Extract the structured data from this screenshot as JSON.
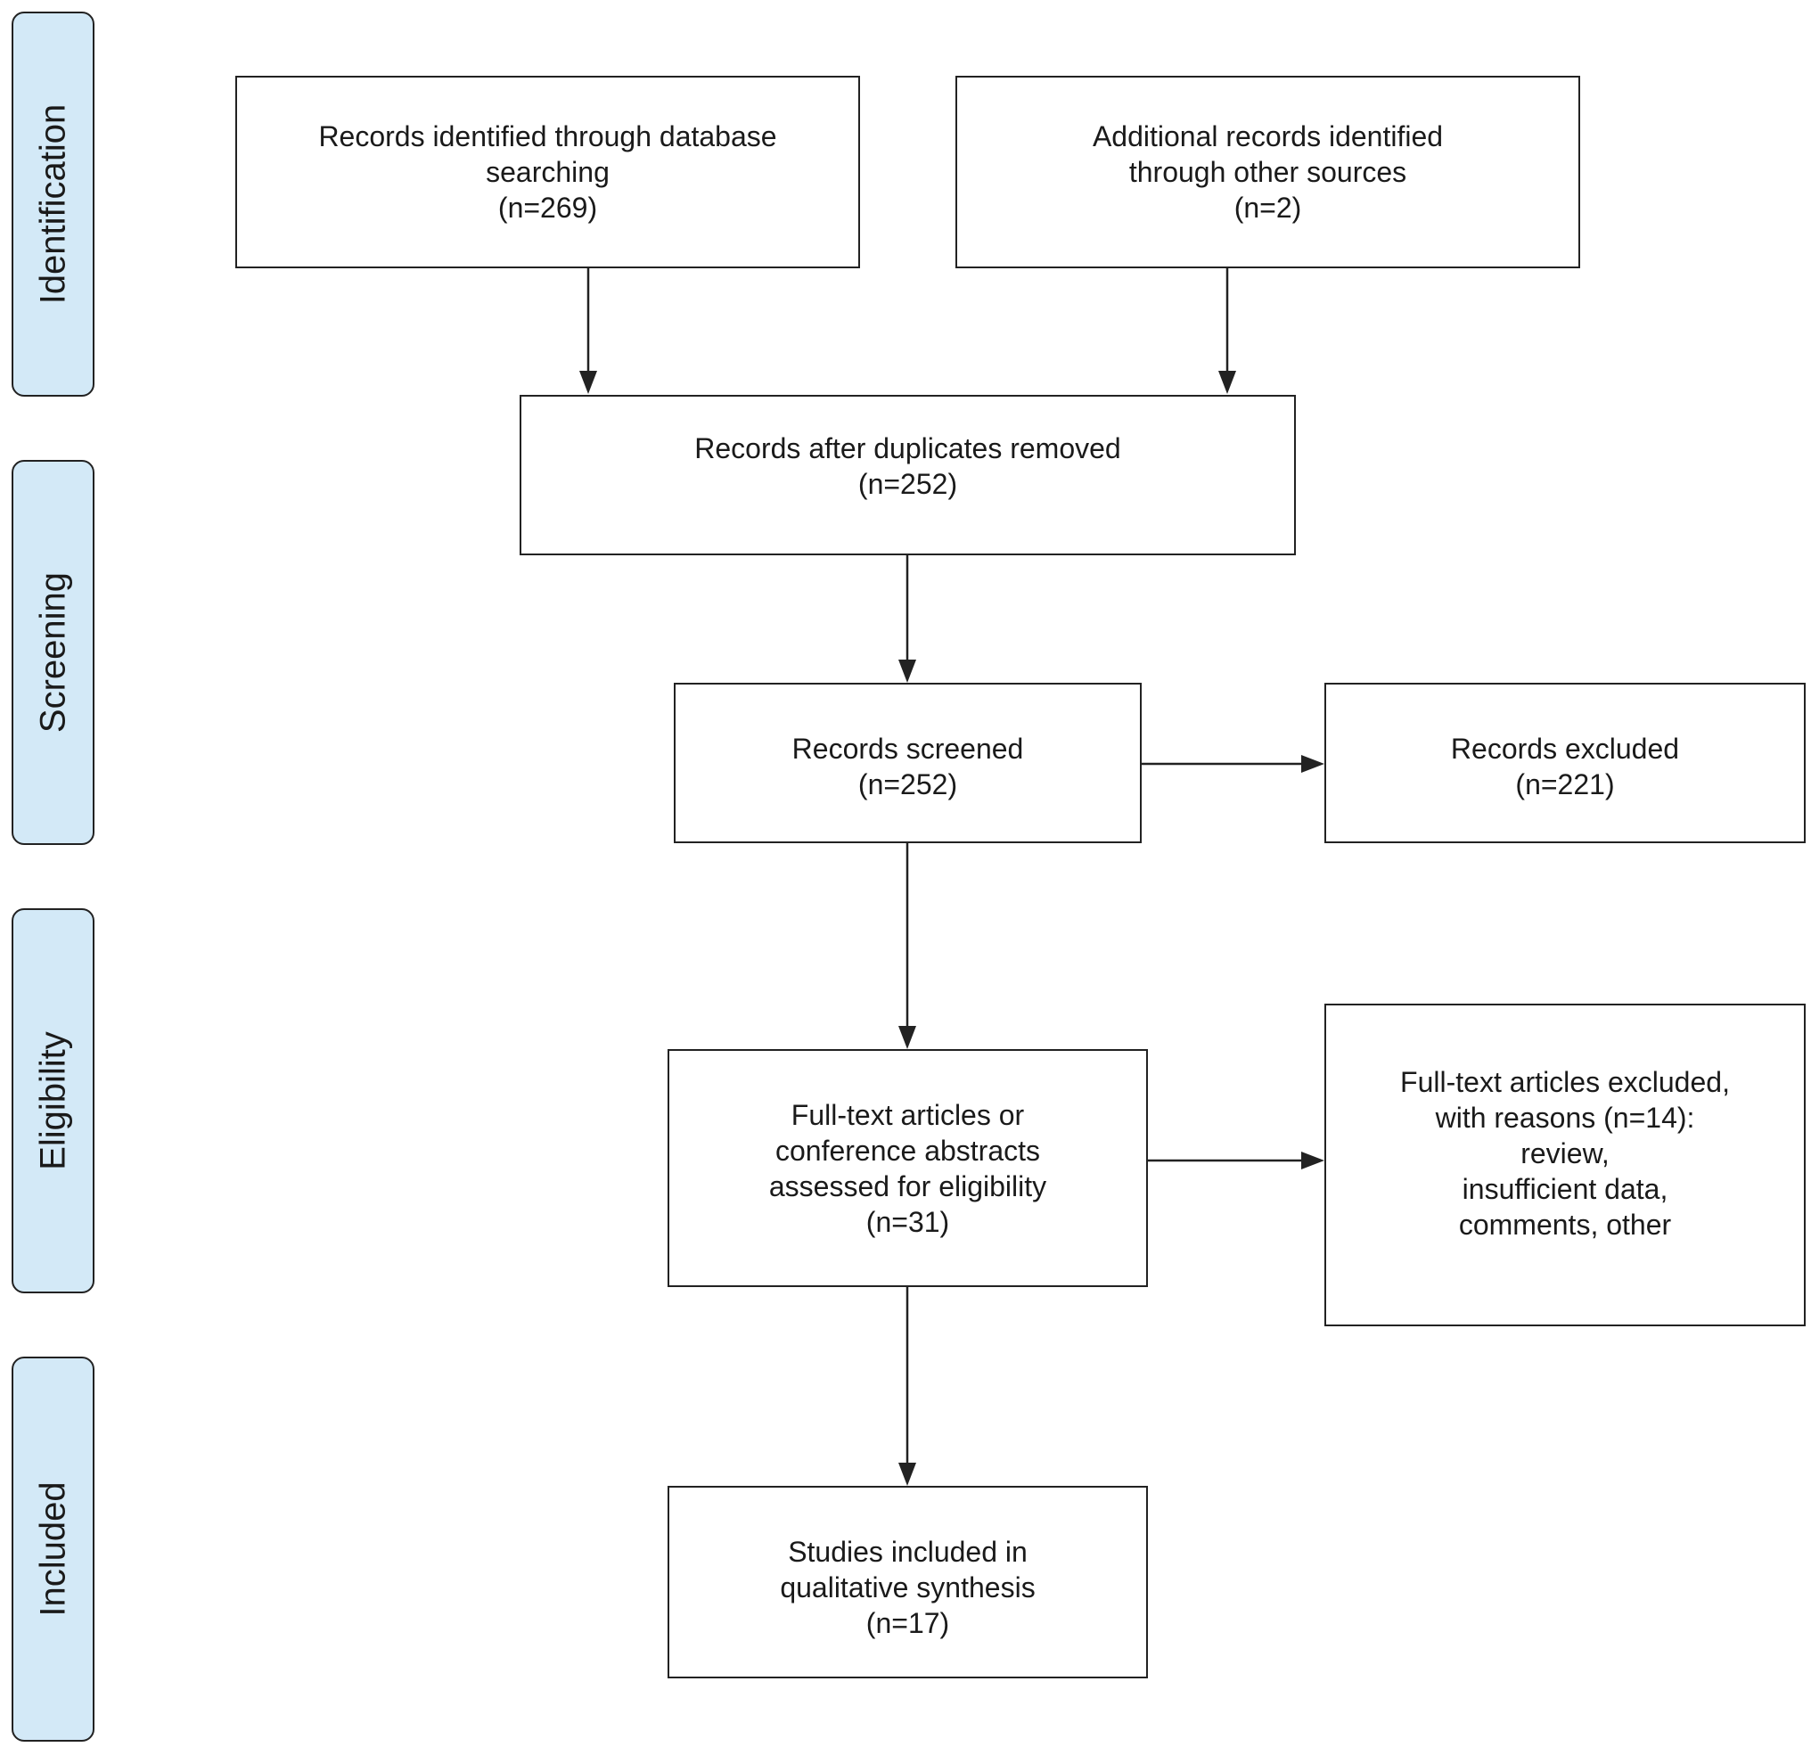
{
  "stages": {
    "identification": "Identification",
    "screening": "Screening",
    "eligibility": "Eligibility",
    "included": "Included"
  },
  "boxes": {
    "database": [
      "Records identified through database",
      "searching",
      "(n=269)"
    ],
    "other_sources": [
      "Additional records identified",
      "through other sources",
      "(n=2)"
    ],
    "duplicates_removed": [
      "Records after duplicates removed",
      "(n=252)"
    ],
    "screened": [
      "Records screened",
      "(n=252)"
    ],
    "excluded": [
      "Records excluded",
      "(n=221)"
    ],
    "full_text": [
      "Full-text articles or",
      "conference abstracts",
      "assessed for eligibility",
      "(n=31)"
    ],
    "full_text_excluded": [
      "Full-text articles excluded,",
      "with reasons (n=14):",
      "review,",
      "insufficient data,",
      "comments, other"
    ],
    "included_studies": [
      "Studies included in",
      "qualitative synthesis",
      "(n=17)"
    ]
  },
  "colors": {
    "stage_fill": "#d3e9f7",
    "stroke": "#222222",
    "box_fill": "#ffffff"
  }
}
